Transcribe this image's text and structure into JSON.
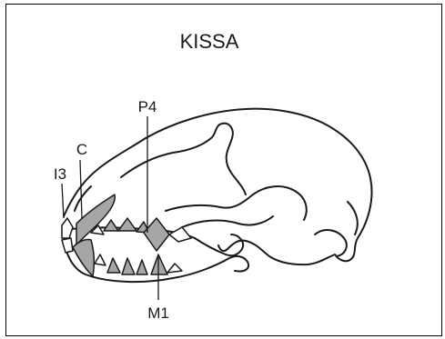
{
  "title": "KISSA",
  "labels": {
    "i3": "I3",
    "c": "C",
    "p4": "P4",
    "m1": "M1"
  },
  "colors": {
    "outline": "#1a1a1a",
    "highlight_teeth": "#a6a6a6",
    "background": "#ffffff"
  }
}
